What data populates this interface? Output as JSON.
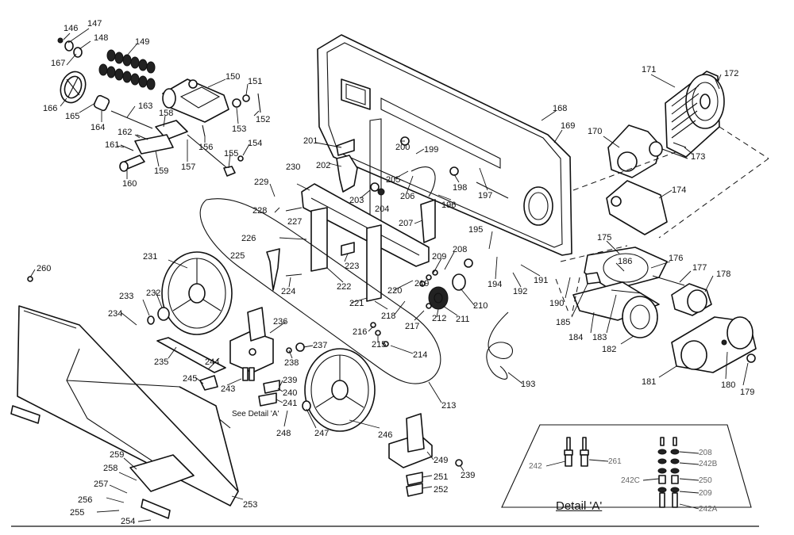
{
  "labels": {
    "l146": "146",
    "l147": "147",
    "l148": "148",
    "l149": "149",
    "l150": "150",
    "l151": "151",
    "l152": "152",
    "l153": "153",
    "l154": "154",
    "l155": "155",
    "l156": "156",
    "l157": "157",
    "l158": "158",
    "l159": "159",
    "l160": "160",
    "l161": "161",
    "l162": "162",
    "l163": "163",
    "l164": "164",
    "l165": "165",
    "l166": "166",
    "l167": "167",
    "l168": "168",
    "l169": "169",
    "l170": "170",
    "l171": "171",
    "l172": "172",
    "l173": "173",
    "l174": "174",
    "l175": "175",
    "l176": "176",
    "l177": "177",
    "l178": "178",
    "l179": "179",
    "l180": "180",
    "l181": "181",
    "l182": "182",
    "l183": "183",
    "l184": "184",
    "l185": "185",
    "l186": "186",
    "l190": "190",
    "l191": "191",
    "l192": "192",
    "l193": "193",
    "l194": "194",
    "l195": "195",
    "l196": "196",
    "l197": "197",
    "l198": "198",
    "l199": "199",
    "l200": "200",
    "l201": "201",
    "l202": "202",
    "l203": "203",
    "l204": "204",
    "l205": "205",
    "l206": "206",
    "l207": "207",
    "l208": "208",
    "l209": "209",
    "l210": "210",
    "l211": "211",
    "l212": "212",
    "l213": "213",
    "l214": "214",
    "l215": "215",
    "l216": "216",
    "l217": "217",
    "l218": "218",
    "l219": "219",
    "l220": "220",
    "l221": "221",
    "l222": "222",
    "l223": "223",
    "l224": "224",
    "l225": "225",
    "l226": "226",
    "l227": "227",
    "l228": "228",
    "l229": "229",
    "l230": "230",
    "l231": "231",
    "l232": "232",
    "l233": "233",
    "l234": "234",
    "l235": "235",
    "l236": "236",
    "l237": "237",
    "l238": "238",
    "l239": "239",
    "l239b": "239",
    "l240": "240",
    "l241": "241",
    "l243": "243",
    "l244": "244",
    "l245": "245",
    "l246": "246",
    "l247": "247",
    "l248": "248",
    "l249": "249",
    "l251": "251",
    "l252": "252",
    "l253": "253",
    "l254": "254",
    "l255": "255",
    "l256": "256",
    "l257": "257",
    "l258": "258",
    "l259": "259",
    "l260": "260"
  },
  "detail_labels": {
    "d242": "242",
    "d261": "261",
    "d208": "208",
    "d242B": "242B",
    "d242C": "242C",
    "d250": "250",
    "d209": "209",
    "d242A": "242A"
  },
  "see_detail_note": "See Detail 'A'",
  "detail_title": "Detail  'A'"
}
